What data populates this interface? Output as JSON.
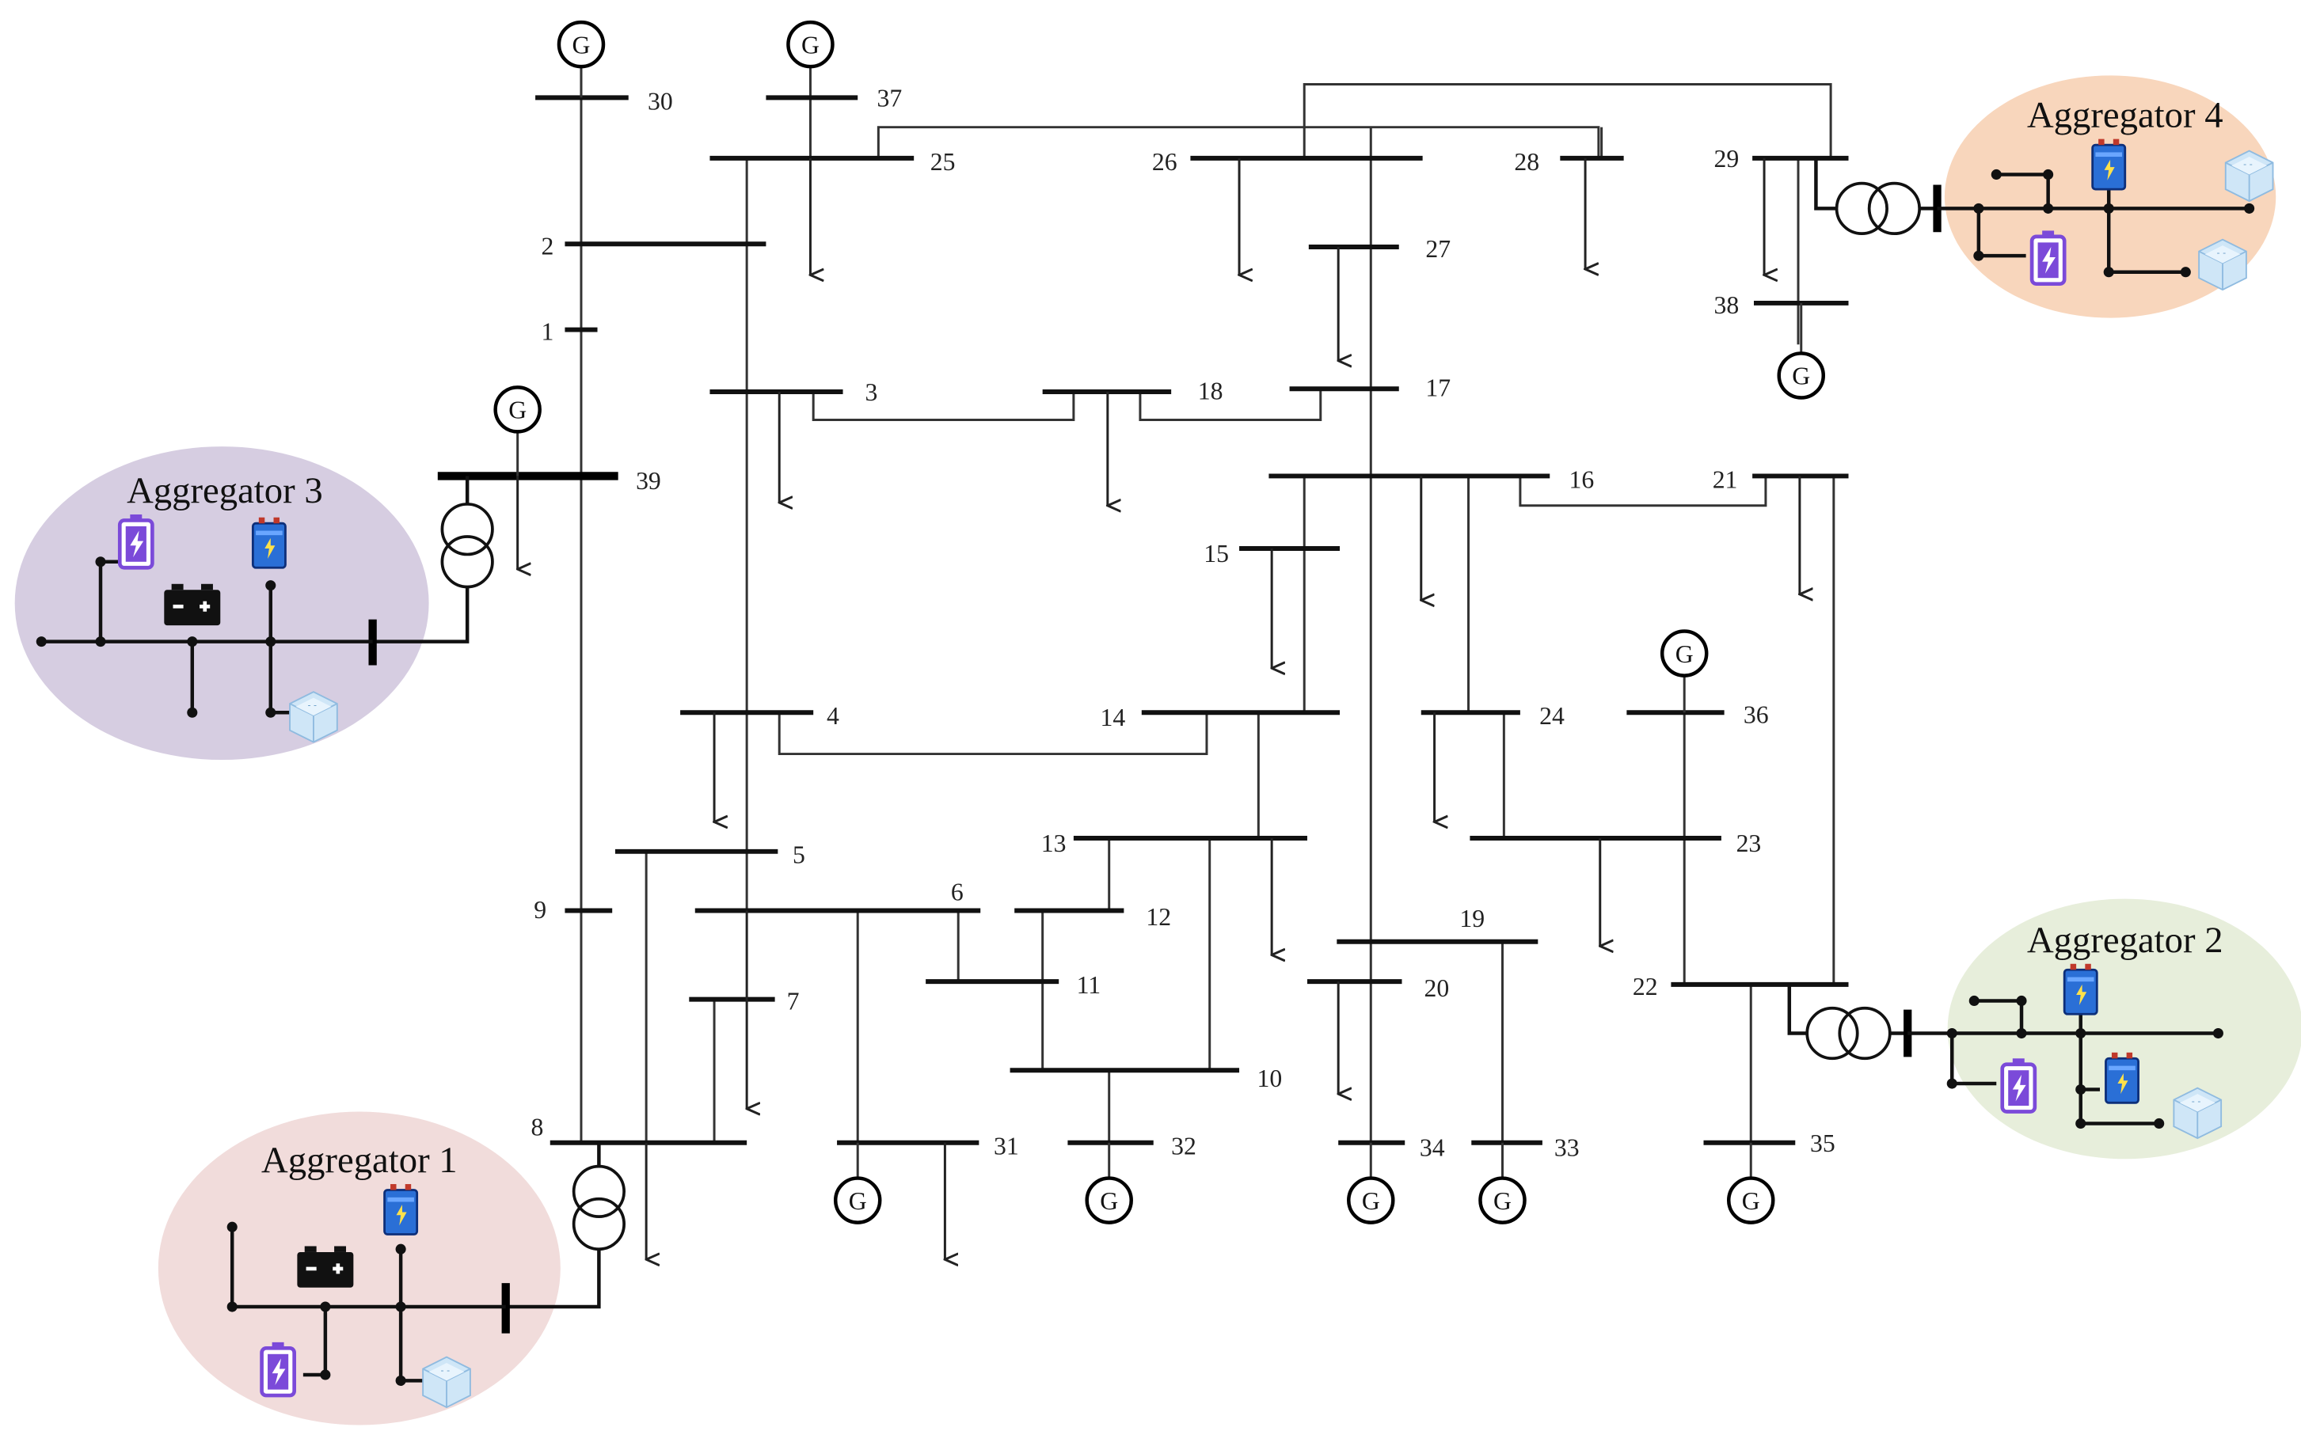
{
  "bus_labels": [
    "1",
    "2",
    "3",
    "4",
    "5",
    "6",
    "7",
    "8",
    "9",
    "10",
    "11",
    "12",
    "13",
    "14",
    "15",
    "16",
    "17",
    "18",
    "19",
    "20",
    "21",
    "22",
    "23",
    "24",
    "25",
    "26",
    "27",
    "28",
    "29",
    "30",
    "31",
    "32",
    "33",
    "34",
    "35",
    "36",
    "37",
    "38",
    "39"
  ],
  "generator_symbol": "G",
  "aggregators": [
    {
      "label": "Aggregator 1",
      "color": "#f1dcdb"
    },
    {
      "label": "Aggregator 2",
      "color": "#e7eedb"
    },
    {
      "label": "Aggregator 3",
      "color": "#d6cde1"
    },
    {
      "label": "Aggregator 4",
      "color": "#f8d6bc"
    }
  ],
  "icons": [
    "generator-icon",
    "load-arrow-icon",
    "transformer-icon",
    "battery-icon",
    "ev-charging-icon",
    "energy-storage-icon",
    "car-battery-icon"
  ]
}
